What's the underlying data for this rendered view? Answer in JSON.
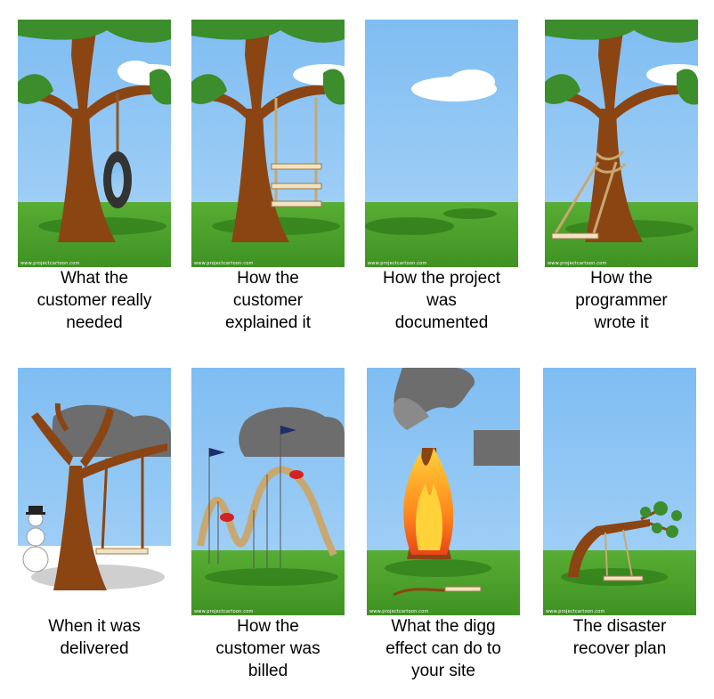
{
  "credit": "www.projectcartoon.com",
  "colors": {
    "sky": "#8ec5f4",
    "grass": "#4fa52e",
    "trunk": "#8b4513",
    "leaves": "#3c8d2b",
    "smoke": "#6d6d6d",
    "fire": "#ff7f1e"
  },
  "panels": [
    {
      "caption_lines": [
        "What the",
        "customer really",
        "needed"
      ]
    },
    {
      "caption_lines": [
        "How the",
        "customer",
        "explained it"
      ]
    },
    {
      "caption_lines": [
        "How the project",
        "was",
        "documented"
      ]
    },
    {
      "caption_lines": [
        "How the",
        "programmer",
        "wrote it"
      ]
    },
    {
      "caption_lines": [
        "When it was",
        "delivered"
      ]
    },
    {
      "caption_lines": [
        "How the",
        "customer was",
        "billed"
      ]
    },
    {
      "caption_lines": [
        "What the digg",
        "effect can do to",
        "your site"
      ]
    },
    {
      "caption_lines": [
        "The disaster",
        "recover plan"
      ]
    }
  ]
}
